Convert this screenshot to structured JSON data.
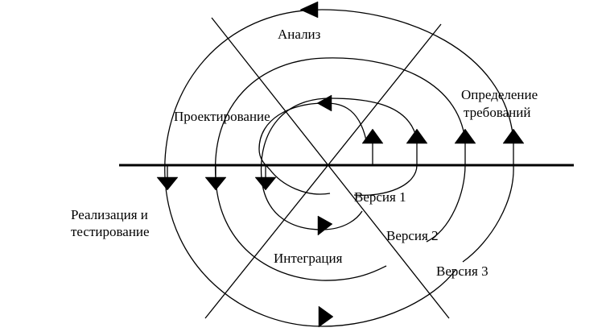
{
  "diagram": {
    "labels": {
      "analysis": "Анализ",
      "requirements_line1": "Определение",
      "requirements_line2": "требований",
      "design": "Проектирование",
      "implementation_line1": "Реализация и",
      "implementation_line2": "тестирование",
      "integration": "Интеграция",
      "version1": "Версия 1",
      "version2": "Версия 2",
      "version3": "Версия 3"
    },
    "colors": {
      "stroke": "#000000",
      "background": "#ffffff"
    }
  }
}
